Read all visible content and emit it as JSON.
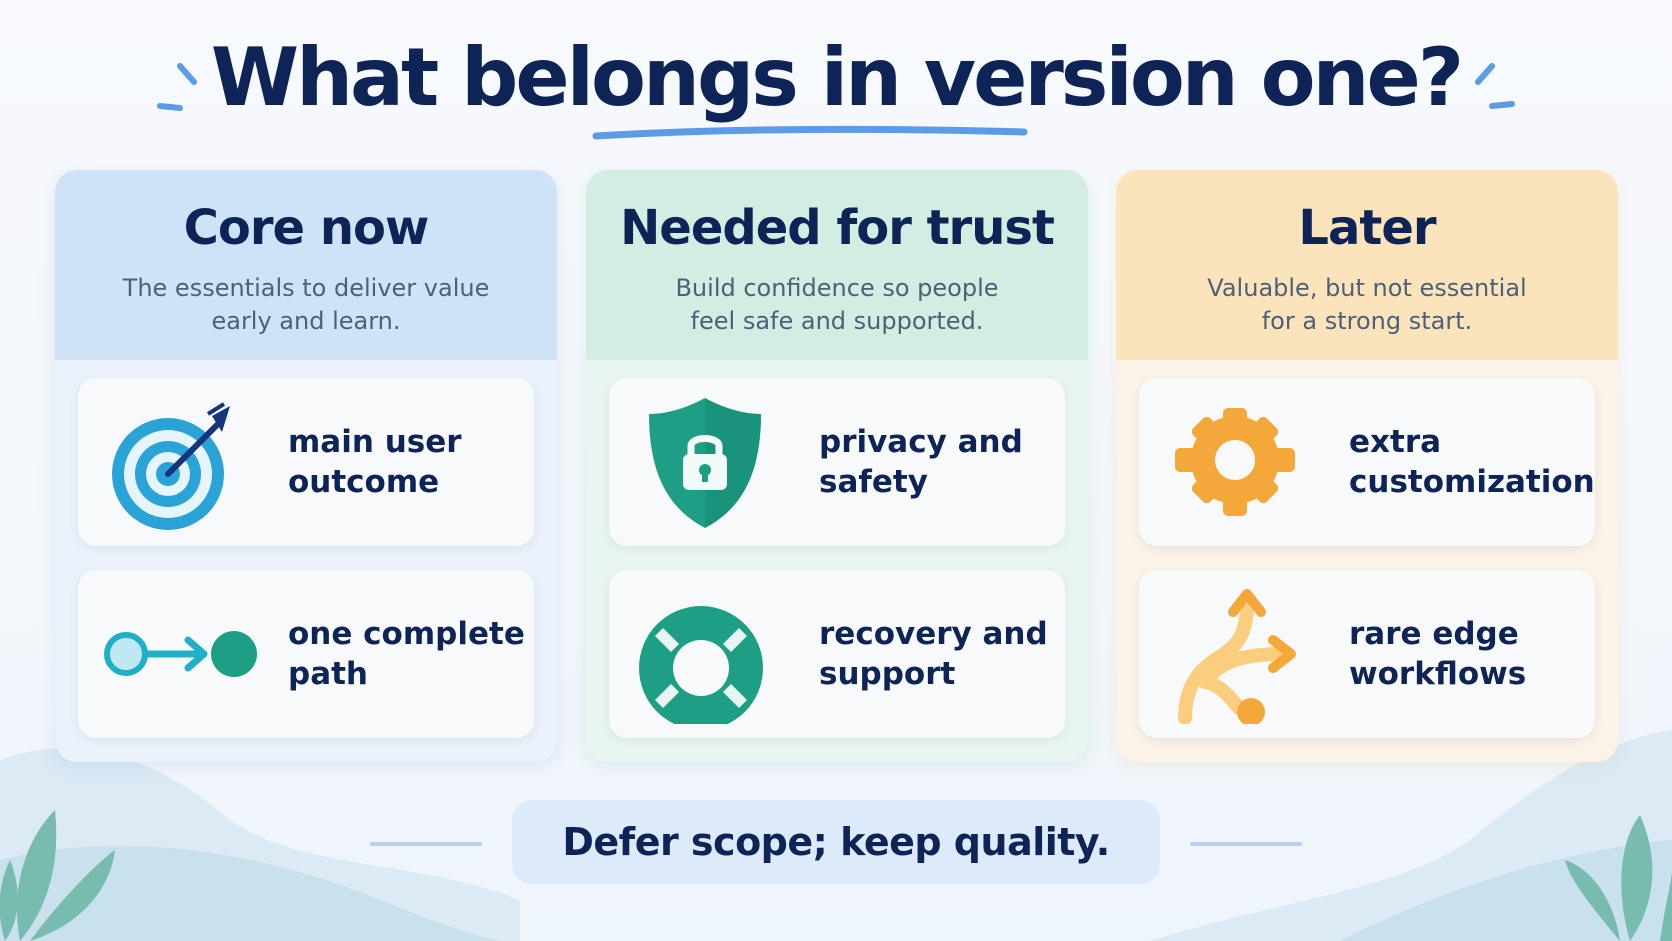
{
  "title": "What belongs in version one?",
  "columns": [
    {
      "title": "Core now",
      "subtitle_line1": "The essentials to deliver value",
      "subtitle_line2": "early and learn.",
      "accent": "#2aa3d6",
      "cards": [
        {
          "icon": "target-icon",
          "line1": "main user",
          "line2": "outcome"
        },
        {
          "icon": "path-icon",
          "line1": "one complete",
          "line2": "path"
        }
      ]
    },
    {
      "title": "Needed for trust",
      "subtitle_line1": "Build confidence so people",
      "subtitle_line2": "feel safe and supported.",
      "accent": "#1f9e86",
      "cards": [
        {
          "icon": "shield-lock-icon",
          "line1": "privacy and",
          "line2": "safety"
        },
        {
          "icon": "lifebuoy-icon",
          "line1": "recovery and",
          "line2": "support"
        }
      ]
    },
    {
      "title": "Later",
      "subtitle_line1": "Valuable, but not essential",
      "subtitle_line2": "for a strong start.",
      "accent": "#f5a83a",
      "cards": [
        {
          "icon": "gear-icon",
          "line1": "extra",
          "line2": "customization"
        },
        {
          "icon": "branching-arrows-icon",
          "line1": "rare edge",
          "line2": "workflows"
        }
      ]
    }
  ],
  "footer": "Defer scope; keep quality."
}
